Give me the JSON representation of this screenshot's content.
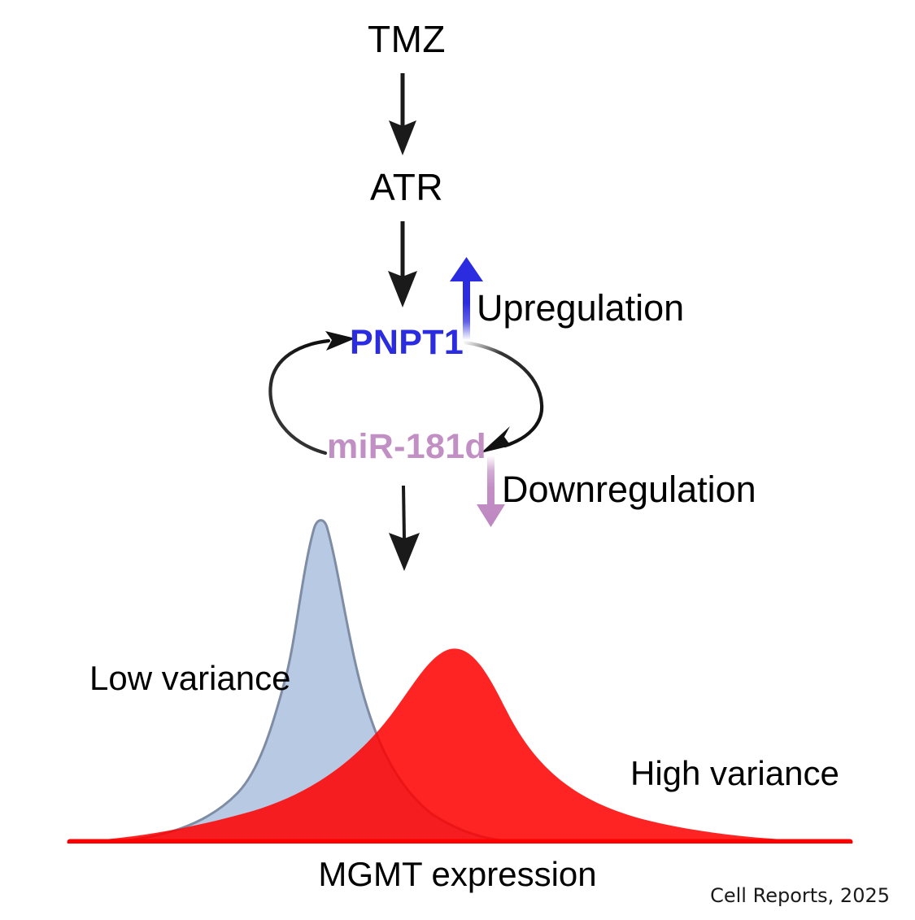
{
  "figure": {
    "title": "TMZ / ATR / PNPT1 / miR-181d regulation of MGMT expression",
    "credit": "Cell Reports, 2025",
    "background": "#ffffff"
  },
  "pathway": {
    "nodes": [
      {
        "id": "tmz",
        "label": "TMZ",
        "color": "#000000"
      },
      {
        "id": "atr",
        "label": "ATR",
        "color": "#000000"
      },
      {
        "id": "pnpt1",
        "label": "PNPT1",
        "color": "#2B2BE0"
      },
      {
        "id": "mir181d",
        "label": "miR-181d",
        "color": "#C28FC4"
      }
    ],
    "edges": [
      {
        "from": "tmz",
        "to": "atr",
        "kind": "straight-arrow-down",
        "color": "#1a1a1a"
      },
      {
        "from": "atr",
        "to": "pnpt1",
        "kind": "straight-arrow-down",
        "color": "#1a1a1a"
      },
      {
        "from": "pnpt1",
        "to": "mir181d",
        "kind": "curved-arrow-right",
        "color": "#111111"
      },
      {
        "from": "mir181d",
        "to": "pnpt1",
        "kind": "curved-arrow-left",
        "color": "#111111"
      },
      {
        "from": "mir181d",
        "to": "mgmt",
        "kind": "straight-arrow-down",
        "color": "#1a1a1a"
      }
    ]
  },
  "regulation": {
    "up": {
      "label": "Upregulation",
      "direction": "up",
      "color": "#2B2BE0"
    },
    "down": {
      "label": "Downregulation",
      "direction": "down",
      "color": "#C28FC4"
    }
  },
  "chart_data": {
    "type": "area",
    "title": "",
    "xlabel": "MGMT expression",
    "ylabel": "",
    "grid": false,
    "legend": "inline-annotations",
    "xlim": [
      0,
      1
    ],
    "ylim": [
      0,
      1
    ],
    "series": [
      {
        "name": "Low variance",
        "annotation": "Low variance",
        "fill": "#B8C9E3",
        "stroke": "#7C8BA3",
        "opacity": 1,
        "peak_x": 0.3,
        "peak_y": 1.0,
        "spread": 0.075,
        "skew": 0.35,
        "x": [
          0.06,
          0.1,
          0.14,
          0.18,
          0.21,
          0.24,
          0.26,
          0.28,
          0.3,
          0.32,
          0.34,
          0.37,
          0.4,
          0.44,
          0.48,
          0.52,
          0.56,
          0.62,
          0.68,
          0.74,
          0.8
        ],
        "y": [
          0.01,
          0.02,
          0.04,
          0.09,
          0.18,
          0.38,
          0.62,
          0.88,
          1.0,
          0.97,
          0.86,
          0.66,
          0.48,
          0.33,
          0.24,
          0.18,
          0.14,
          0.09,
          0.05,
          0.02,
          0.0
        ]
      },
      {
        "name": "High variance",
        "annotation": "High variance",
        "fill": "#FF0000",
        "stroke": "#FF0000",
        "opacity": 0.86,
        "peak_x": 0.49,
        "peak_y": 0.58,
        "spread": 0.18,
        "skew": 0.45,
        "x": [
          0.0,
          0.05,
          0.1,
          0.16,
          0.22,
          0.28,
          0.33,
          0.38,
          0.43,
          0.47,
          0.49,
          0.52,
          0.56,
          0.61,
          0.66,
          0.72,
          0.78,
          0.84,
          0.9,
          0.96,
          1.0
        ],
        "y": [
          0.01,
          0.02,
          0.04,
          0.07,
          0.11,
          0.16,
          0.23,
          0.33,
          0.46,
          0.56,
          0.58,
          0.57,
          0.51,
          0.42,
          0.33,
          0.25,
          0.19,
          0.14,
          0.09,
          0.05,
          0.02
        ]
      }
    ],
    "overlap_color": "#C8284A"
  }
}
